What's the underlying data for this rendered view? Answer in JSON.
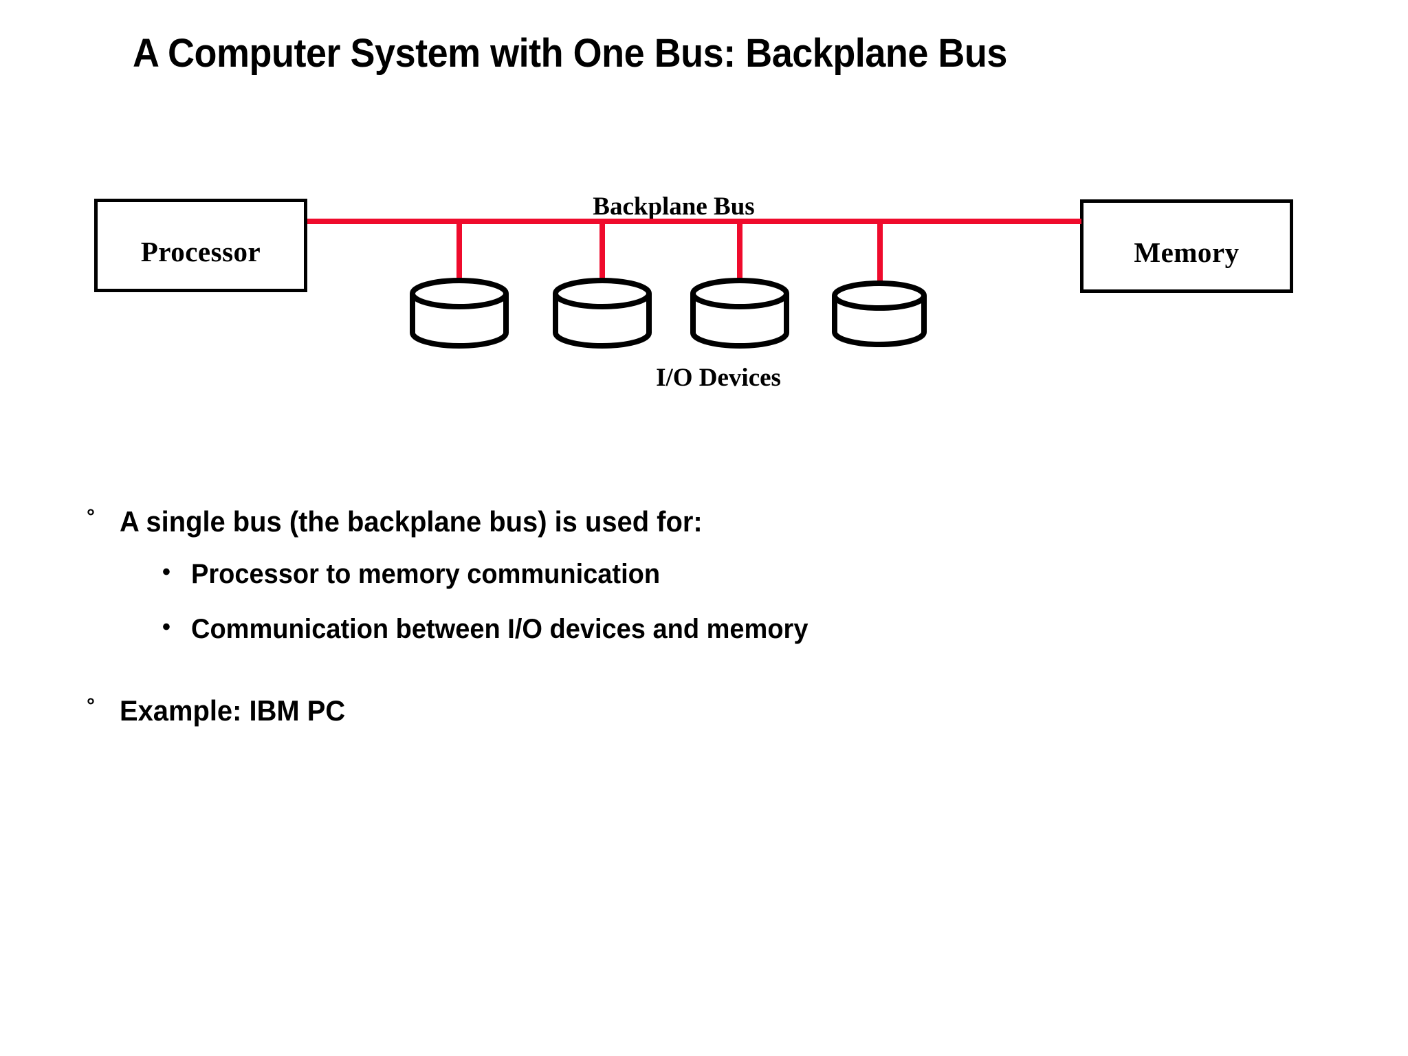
{
  "slide": {
    "title": "A Computer System with One Bus: Backplane Bus",
    "background_color": "#ffffff",
    "accent_color": "#ef0b2c"
  },
  "diagram": {
    "bus_label": "Backplane Bus",
    "io_label": "I/O Devices",
    "nodes": [
      {
        "id": "processor",
        "label": "Processor"
      },
      {
        "id": "memory",
        "label": "Memory"
      }
    ],
    "io_devices": [
      {
        "id": "io-device-1",
        "label": ""
      },
      {
        "id": "io-device-2",
        "label": ""
      },
      {
        "id": "io-device-3",
        "label": ""
      },
      {
        "id": "io-device-4",
        "label": ""
      }
    ]
  },
  "body": {
    "bullets": [
      {
        "level": 1,
        "marker": "°",
        "text": "A single bus (the backplane bus) is used for:"
      },
      {
        "level": 2,
        "marker": "•",
        "text": "Processor to memory communication"
      },
      {
        "level": 2,
        "marker": "•",
        "text": "Communication between I/O devices and memory"
      },
      {
        "level": 1,
        "marker": "°",
        "text": "Example: IBM PC"
      }
    ]
  }
}
